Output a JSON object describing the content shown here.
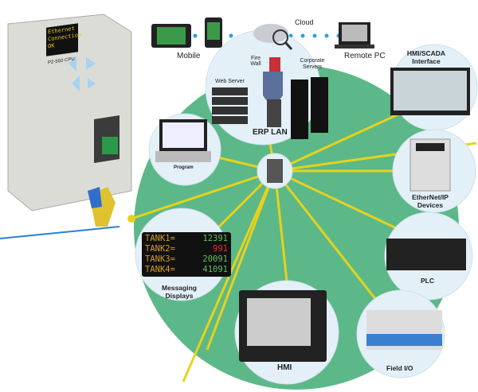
{
  "device": {
    "display_lines": [
      "Ethernet",
      "Connection",
      "OK"
    ],
    "model": "P2-550 CPU"
  },
  "cloud": {
    "label": "Cloud",
    "mobile": "Mobile",
    "remote_pc": "Remote PC"
  },
  "erp": {
    "title": "ERP LAN",
    "firewall": "Fire Wall",
    "corporate": "Corporate Servers",
    "web_server": "Web Server"
  },
  "nodes": {
    "program": "Program",
    "hmi_scada": "HMI/SCADA Interface",
    "ethernet_ip": "EtherNet/IP Devices",
    "plc": "PLC",
    "field_io": "Field I/O",
    "hmi": "HMI",
    "messaging": "Messaging Displays"
  },
  "tank_display": [
    {
      "name": "TANK1=",
      "value": "12391",
      "color": "#5fbf5f"
    },
    {
      "name": "TANK2=",
      "value": "991",
      "color": "#e03030"
    },
    {
      "name": "TANK3=",
      "value": "20091",
      "color": "#5fbf5f"
    },
    {
      "name": "TANK4=",
      "value": "41091",
      "color": "#5fbf5f"
    }
  ],
  "colors": {
    "green": "#5cb888",
    "cable": "#e6d21e",
    "node_bg": "#e4f0f8",
    "dot": "#2aa0e0"
  }
}
